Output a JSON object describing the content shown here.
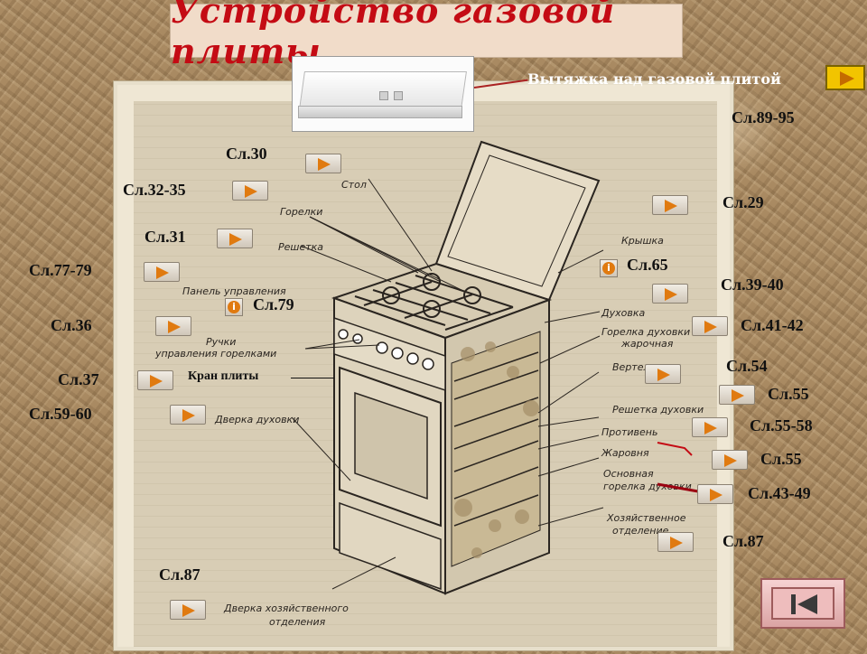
{
  "title": "Устройство газовой плиты",
  "hood": {
    "caption": "Вытяжка над газовой плитой"
  },
  "kran_label": "Кран плиты",
  "info_icon_glyph": "i",
  "labels": {
    "sl30": "Сл.30",
    "sl32_35": "Сл.32-35",
    "sl31": "Сл.31",
    "sl77_79": "Сл.77-79",
    "sl79": "Сл.79",
    "sl36": "Сл.36",
    "sl37": "Сл.37",
    "sl59_60": "Сл.59-60",
    "sl87_left": "Сл.87",
    "sl89_95": "Сл.89-95",
    "sl29": "Сл.29",
    "sl65": "Сл.65",
    "sl39_40": "Сл.39-40",
    "sl41_42": "Сл.41-42",
    "sl54": "Сл.54",
    "sl55_a": "Сл.55",
    "sl55_58": "Сл.55-58",
    "sl55_b": "Сл.55",
    "sl43_49": "Сл.43-49",
    "sl87_right": "Сл.87"
  },
  "diagram": {
    "stol": "Стол",
    "gorelki": "Горелки",
    "reshetka": "Решетка",
    "panel": "Панель управления",
    "ruchki_1": "Ручки",
    "ruchki_2": "управления горелками",
    "dverka": "Дверка духовки",
    "dverka_hoz_1": "Дверка хозяйственного",
    "dverka_hoz_2": "отделения",
    "kryshka": "Крышка",
    "duhovka": "Духовка",
    "gorelka_duh_1": "Горелка духовки",
    "gorelka_duh_2": "жарочная",
    "vertel": "Вертел",
    "reshetka_duh": "Решетка духовки",
    "protiven": "Противень",
    "zharovnya": "Жаровня",
    "osn_gorelka_1": "Основная",
    "osn_gorelka_2": "горелка духовки",
    "hoz_otd_1": "Хозяйственное",
    "hoz_otd_2": "отделение"
  },
  "colors": {
    "title_red": "#c40b14",
    "arrow_orange": "#e07a10",
    "nav_yellow": "#f2c400"
  },
  "icons": [
    "arrow-right-icon",
    "info-icon",
    "next-slide-icon",
    "return-icon"
  ]
}
